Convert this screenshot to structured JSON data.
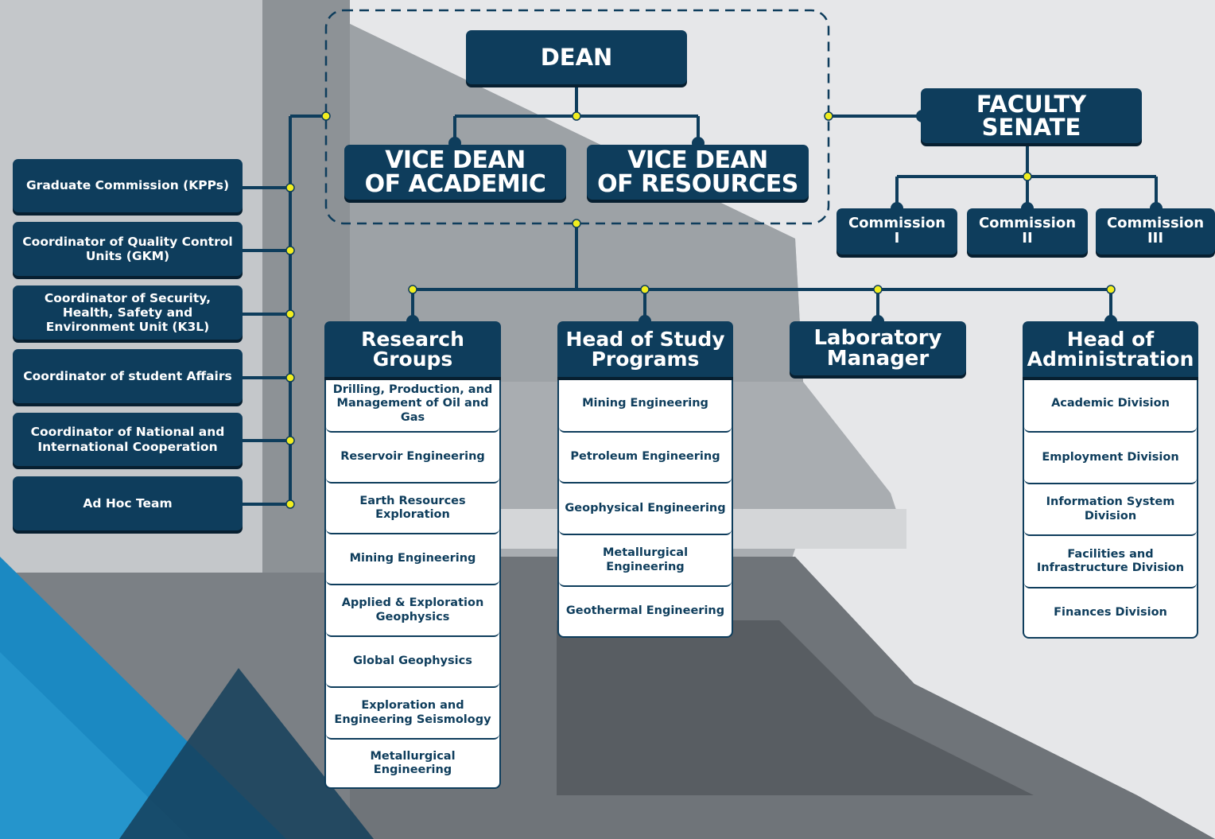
{
  "dean": "DEAN",
  "vice_dean_academic": [
    "VICE DEAN",
    "OF ACADEMIC"
  ],
  "vice_dean_resources": [
    "VICE DEAN",
    "OF RESOURCES"
  ],
  "faculty_senate": [
    "FACULTY",
    "SENATE"
  ],
  "commissions": [
    [
      "Commission",
      "I"
    ],
    [
      "Commission",
      "II"
    ],
    [
      "Commission",
      "III"
    ]
  ],
  "side_units": [
    "Graduate Commission (KPPs)",
    "Coordinator of Quality Control Units (GKM)",
    "Coordinator of Security, Health, Safety and Environment Unit (K3L)",
    "Coordinator of student Affairs",
    "Coordinator of National and International Cooperation",
    "Ad Hoc Team"
  ],
  "research_groups": {
    "title": [
      "Research",
      "Groups"
    ],
    "items": [
      "Drilling, Production, and Management of Oil and Gas",
      "Reservoir Engineering",
      "Earth Resources Exploration",
      "Mining Engineering",
      "Applied & Exploration Geophysics",
      "Global Geophysics",
      "Exploration and Engineering Seismology",
      "Metallurgical Engineering"
    ]
  },
  "study_programs": {
    "title": [
      "Head of Study",
      "Programs"
    ],
    "items": [
      "Mining Engineering",
      "Petroleum Engineering",
      "Geophysical Engineering",
      "Metallurgical Engineering",
      "Geothermal Engineering"
    ]
  },
  "laboratory_manager": [
    "Laboratory",
    "Manager"
  ],
  "administration": {
    "title": [
      "Head of",
      "Administration"
    ],
    "items": [
      "Academic Division",
      "Employment Division",
      "Information System Division",
      "Facilities and Infrastructure Division",
      "Finances Division"
    ]
  },
  "colors": {
    "box": "#0e3d5c",
    "node": "#f2ee1f",
    "line": "#0e3d5c",
    "accent": "#1b89c2"
  }
}
